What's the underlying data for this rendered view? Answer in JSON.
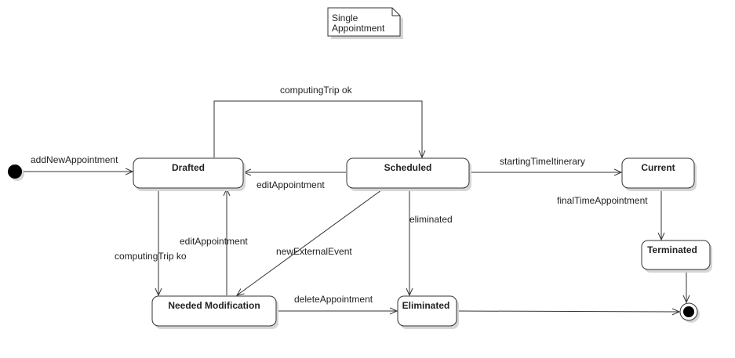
{
  "note": {
    "lines": [
      "Single",
      "Appointment"
    ]
  },
  "states": {
    "drafted": "Drafted",
    "scheduled": "Scheduled",
    "current": "Current",
    "terminated": "Terminated",
    "needed_modification": "Needed Modification",
    "eliminated": "Eliminated"
  },
  "transitions": {
    "add_new_appointment": "addNewAppointment",
    "computing_trip_ok": "computingTrip ok",
    "edit_appointment_from_scheduled": "editAppointment",
    "starting_time_itinerary": "startingTimeItinerary",
    "final_time_appointment": "finalTimeAppointment",
    "eliminated": "eliminated",
    "edit_appointment_from_modification": "editAppointment",
    "new_external_event": "newExternalEvent",
    "computing_trip_ko": "computingTrip ko",
    "delete_appointment": "deleteAppointment"
  }
}
